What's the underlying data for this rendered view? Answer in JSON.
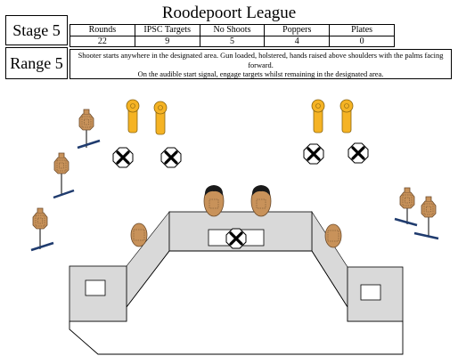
{
  "header": {
    "title": "Roodepoort League",
    "stage_label": "Stage 5",
    "range_label": "Range 5"
  },
  "stats": {
    "columns": [
      "Rounds",
      "IPSC Targets",
      "No Shoots",
      "Poppers",
      "Plates"
    ],
    "values": [
      "22",
      "9",
      "5",
      "4",
      "0"
    ]
  },
  "briefing": {
    "line1": "Shooter starts  anywhere in the designated area. Gun loaded, holstered, hands raised above shoulders with the palms facing forward.",
    "line2": "On the audible start signal, engage targets whilst remaining in the designated  area."
  },
  "colors": {
    "target": "#c8925a",
    "target_outline": "#6b4a2a",
    "popper": "#f5b324",
    "stand": "#1f3b6e",
    "panel": "#d9d9d9",
    "hair": "#1a1a1a"
  }
}
